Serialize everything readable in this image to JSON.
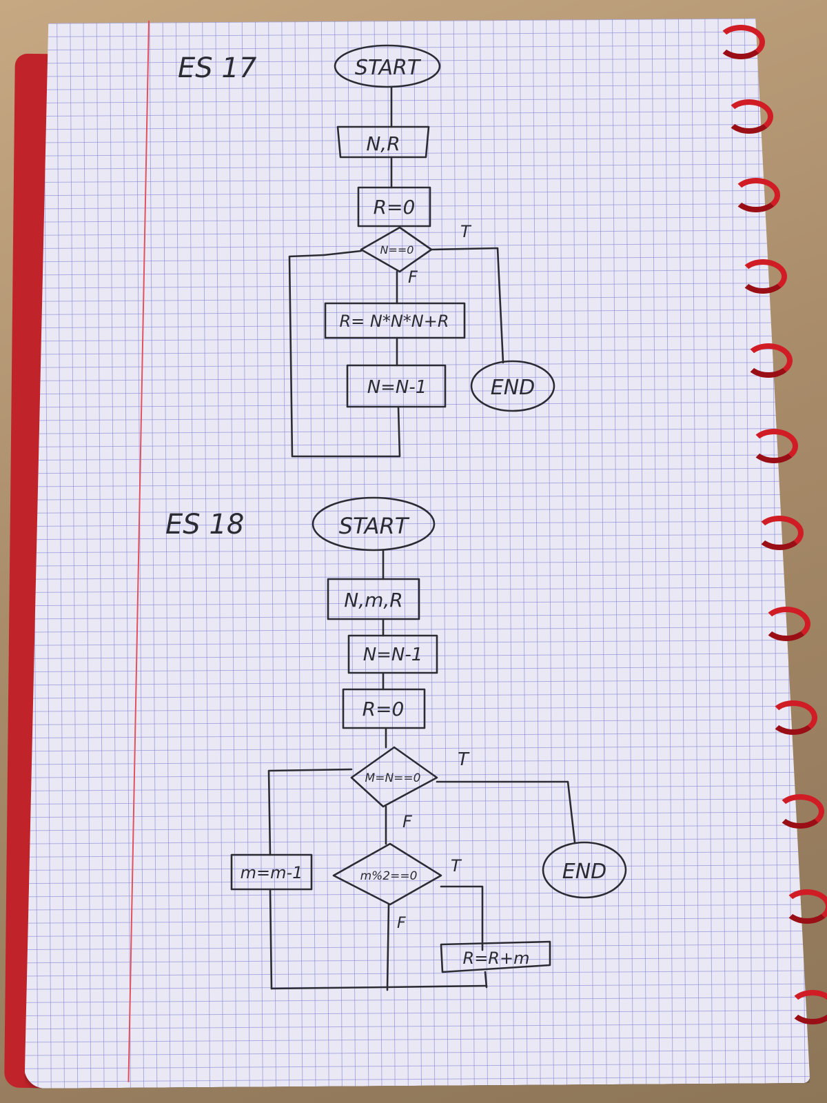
{
  "exercises": [
    {
      "title": "ES 17",
      "start": "START",
      "input": "N,R",
      "init": "R=0",
      "condition": "N==0",
      "true_label": "T",
      "false_label": "F",
      "step_1": "R= N*N*N+R",
      "step_2": "N=N-1",
      "end": "END"
    },
    {
      "title": "ES 18",
      "start": "START",
      "input": "N,m,R",
      "step_n": "N=N-1",
      "init": "R=0",
      "condition_1": "M=N==0",
      "true_label_1": "T",
      "false_label_1": "F",
      "decrement": "m=m-1",
      "condition_2": "m%2==0",
      "true_label_2": "T",
      "false_label_2": "F",
      "accumulate": "R=R+m",
      "end": "END"
    }
  ],
  "colors": {
    "paper": "#e9e8f4",
    "grid": "#7878d2",
    "margin": "#e0525e",
    "ink": "#2b2b34",
    "rings": "#d01c24",
    "cover": "#c0232a"
  }
}
